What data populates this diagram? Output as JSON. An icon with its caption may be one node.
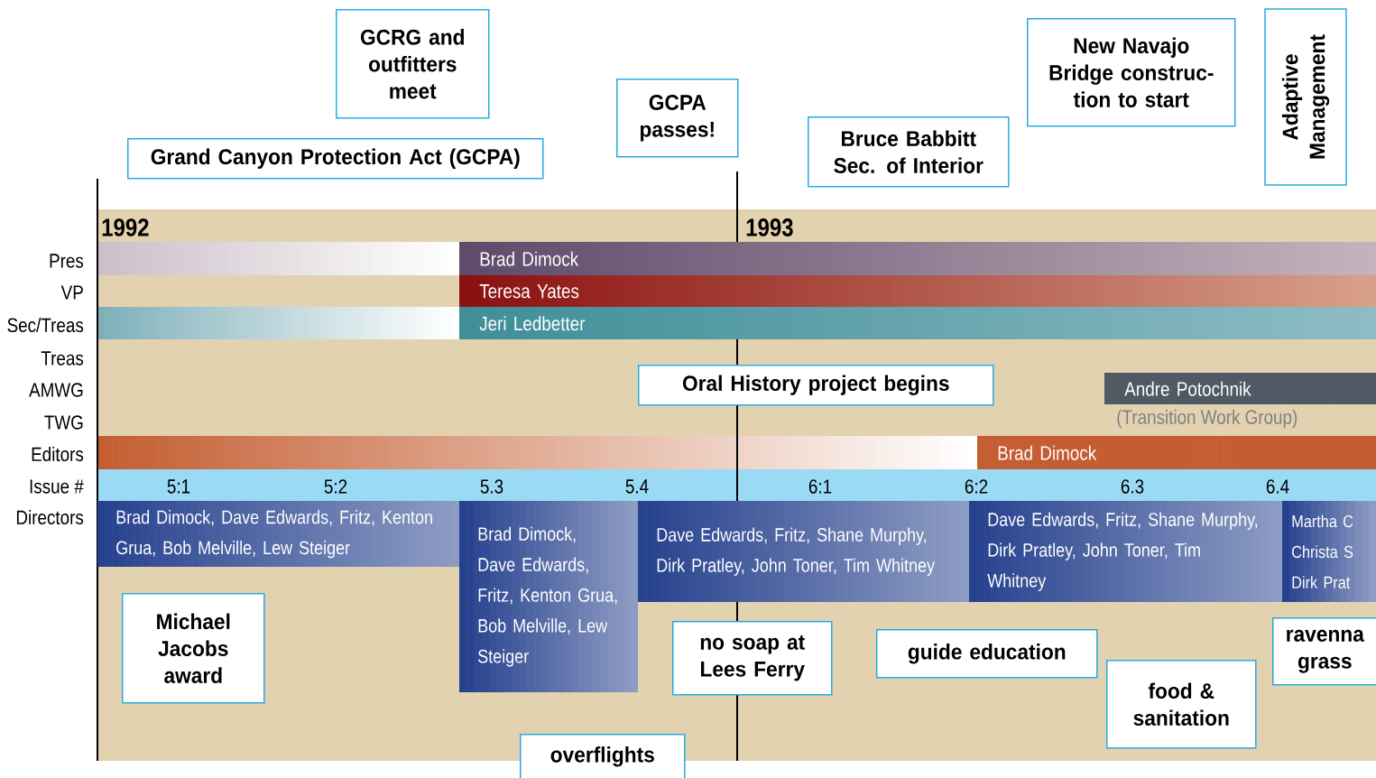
{
  "diagram": {
    "nodes": [
      {
        "text": [
          "Grand Canyon Protection Act (GCPA)"
        ]
      },
      {
        "text": [
          "GCRG and outfitters meet"
        ]
      },
      {
        "text": [
          "GCPA passes!"
        ]
      },
      {
        "text": [
          "Bruce Babbitt Sec. of Interior"
        ]
      },
      {
        "text": [
          "New Navajo Bridge construc-tion to start"
        ]
      },
      {
        "text": [
          "Adaptive Management"
        ]
      },
      {
        "text": [
          "Oral History project begins"
        ]
      },
      {
        "text": [
          "Brad Dimock"
        ]
      },
      {
        "text": [
          "Teresa Yates"
        ]
      },
      {
        "text": [
          "Jeri Ledbetter"
        ]
      },
      {
        "text": [
          "Andre Potochnik"
        ],
        "beside": [
          "(Transition Work Group)"
        ]
      },
      {
        "text": [
          "Brad Dimock"
        ]
      },
      {
        "text": [
          "Brad Dimock, Dave Edwards, Fritz, Kenton Grua, Bob Melville, Lew Steiger"
        ]
      },
      {
        "text": [
          "Brad Dimock, Dave Edwards, Fritz, Kenton Grua, Bob Melville, Lew Steiger"
        ]
      },
      {
        "text": [
          "Dave Edwards, Fritz, Shane Murphy, Dirk Pratley, John Toner, Tim Whitney"
        ]
      },
      {
        "text": [
          "Dave Edwards, Fritz, Shane Murphy, Dirk Pratley, John Toner, Tim Whitney"
        ]
      },
      {
        "text": [
          "Martha C Christa S Dirk Prat"
        ]
      },
      {
        "text": [
          "Michael Jacobs award"
        ]
      },
      {
        "text": [
          "no soap at Lees Ferry"
        ]
      },
      {
        "text": [
          "guide education"
        ]
      },
      {
        "text": [
          "food & sanitation"
        ]
      },
      {
        "text": [
          "ravenna grass"
        ]
      },
      {
        "text": [
          "overflights"
        ]
      }
    ],
    "labels": [
      "1992",
      "1993",
      "Pres",
      "VP",
      "Sec/Treas",
      "Treas",
      "AMWG",
      "TWG",
      "Editors",
      "Issue #",
      "5:1",
      "5:2",
      "5.3",
      "5.4",
      "6:1",
      "6:2",
      "6.3",
      "6.4",
      "Directors"
    ]
  }
}
